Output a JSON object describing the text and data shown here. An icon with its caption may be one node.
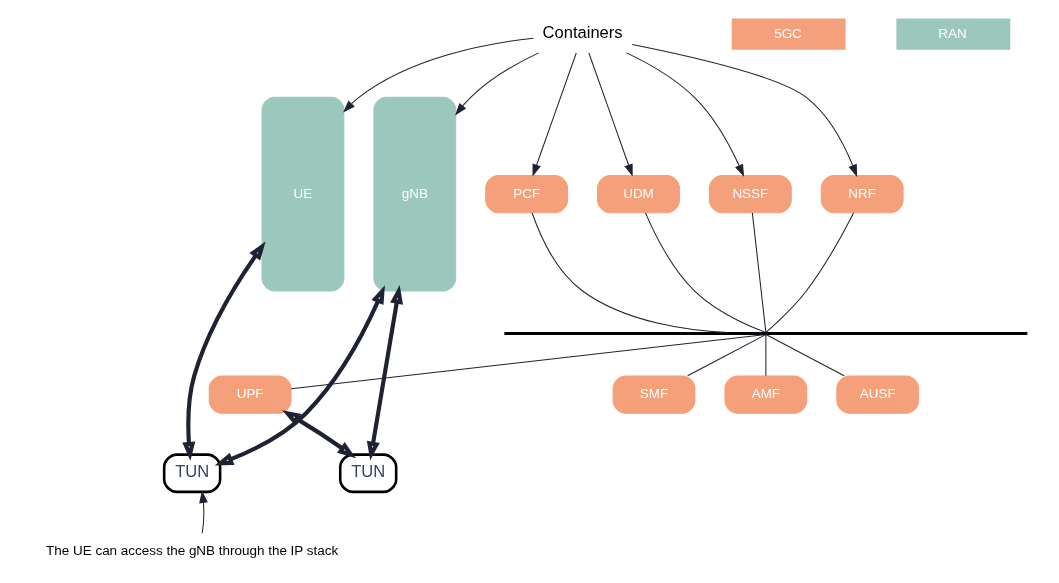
{
  "diagram": {
    "nodes": [
      {
        "text": [
          "Containers"
        ]
      },
      {
        "text": [
          "UE"
        ]
      },
      {
        "text": [
          "gNB"
        ]
      },
      {
        "text": [
          "NSSF"
        ]
      },
      {
        "text": [
          "NRF"
        ]
      },
      {
        "text": [
          "PCF"
        ]
      },
      {
        "text": [
          "UDM"
        ]
      },
      {
        "text": [],
        "shape": "bar"
      },
      {
        "text": [
          "UPF"
        ]
      },
      {
        "text": [
          "SMF"
        ]
      },
      {
        "text": [
          "AMF"
        ]
      },
      {
        "text": [
          "AUSF"
        ]
      },
      {
        "text": [
          "TUN"
        ]
      },
      {
        "text": [
          "TUN"
        ]
      },
      {
        "text": [
          "The UE can access the gNB through the IP stack"
        ]
      }
    ],
    "edges": [
      {
        "from": 0,
        "to": 1,
        "arrow": "to"
      },
      {
        "from": 0,
        "to": 2,
        "arrow": "to"
      },
      {
        "from": 0,
        "to": 3,
        "arrow": "to"
      },
      {
        "from": 0,
        "to": 4,
        "arrow": "to"
      },
      {
        "from": 0,
        "to": 5,
        "arrow": "to"
      },
      {
        "from": 0,
        "to": 6,
        "arrow": "to"
      },
      {
        "from": 3,
        "to": 7,
        "arrow": "none"
      },
      {
        "from": 4,
        "to": 7,
        "arrow": "none"
      },
      {
        "from": 5,
        "to": 7,
        "arrow": "none"
      },
      {
        "from": 6,
        "to": 7,
        "arrow": "none"
      },
      {
        "from": 7,
        "to": 8,
        "arrow": "none"
      },
      {
        "from": 7,
        "to": 9,
        "arrow": "none"
      },
      {
        "from": 7,
        "to": 10,
        "arrow": "none"
      },
      {
        "from": 7,
        "to": 11,
        "arrow": "none"
      },
      {
        "from": 1,
        "to": 12,
        "arrow": "both",
        "style": "thick"
      },
      {
        "from": 12,
        "to": 2,
        "arrow": "both",
        "style": "thick"
      },
      {
        "from": 2,
        "to": 13,
        "arrow": "both",
        "style": "thick"
      },
      {
        "from": 13,
        "to": 8,
        "arrow": "both",
        "style": "thick"
      },
      {
        "from": 14,
        "to": 12,
        "arrow": "to"
      }
    ],
    "legend": [
      {
        "text": "5GC",
        "color": "#f4a07a"
      },
      {
        "text": "RAN",
        "color": "#9cc7bd"
      }
    ]
  }
}
